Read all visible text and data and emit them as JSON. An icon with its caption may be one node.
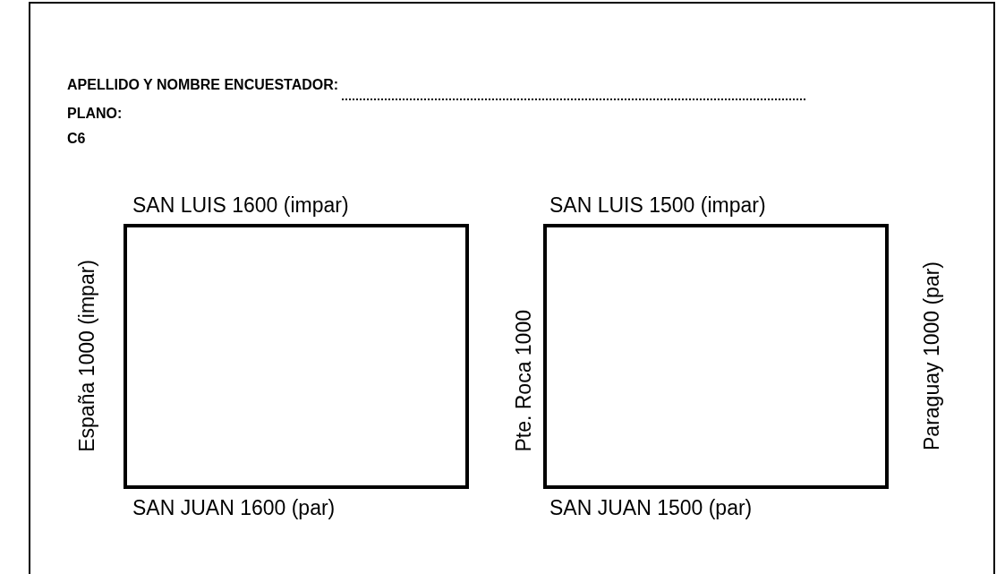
{
  "diagram": {
    "nodes": [
      {
        "text": [],
        "shape": "box",
        "beside": [
          "SAN LUIS 1600 (impar)",
          "España 1000 (impar)",
          "SAN JUAN 1600 (par)"
        ]
      },
      {
        "text": [],
        "shape": "box",
        "beside": [
          "SAN LUIS 1500 (impar)",
          "Pte. Roca 1000",
          "SAN JUAN 1500 (par)",
          "Paraguay 1000 (par)"
        ]
      }
    ],
    "labels": [
      "APELLIDO Y NOMBRE ENCUESTADOR:",
      "PLANO:",
      "C6"
    ]
  }
}
